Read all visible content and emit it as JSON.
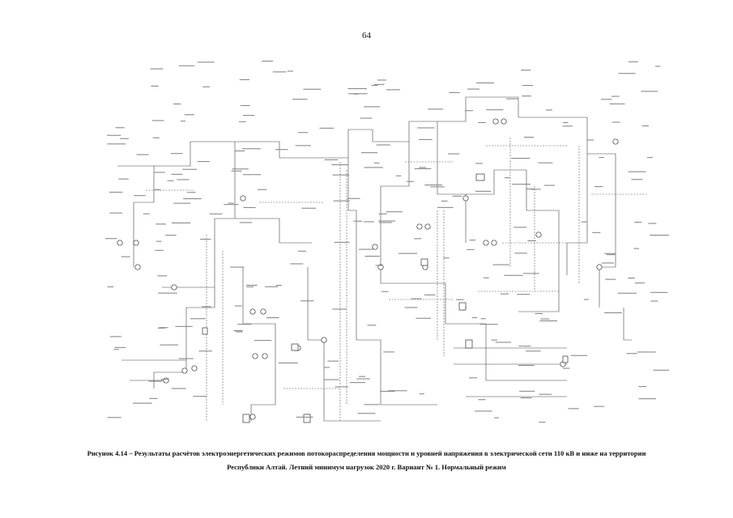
{
  "page_number": "64",
  "caption": {
    "line1": "Рисунок 4.14 – Результаты расчётов электроэнергетических режимов потокораспределения мощности и уровней напряжения в электрической сети 110 кВ и ниже на территории",
    "line2": "Республики Алтай. Летний минимум нагрузок 2020 г. Вариант № 1. Нормальный режим"
  },
  "diagram": {
    "line_color": "#444444",
    "text_color": "#555555"
  }
}
